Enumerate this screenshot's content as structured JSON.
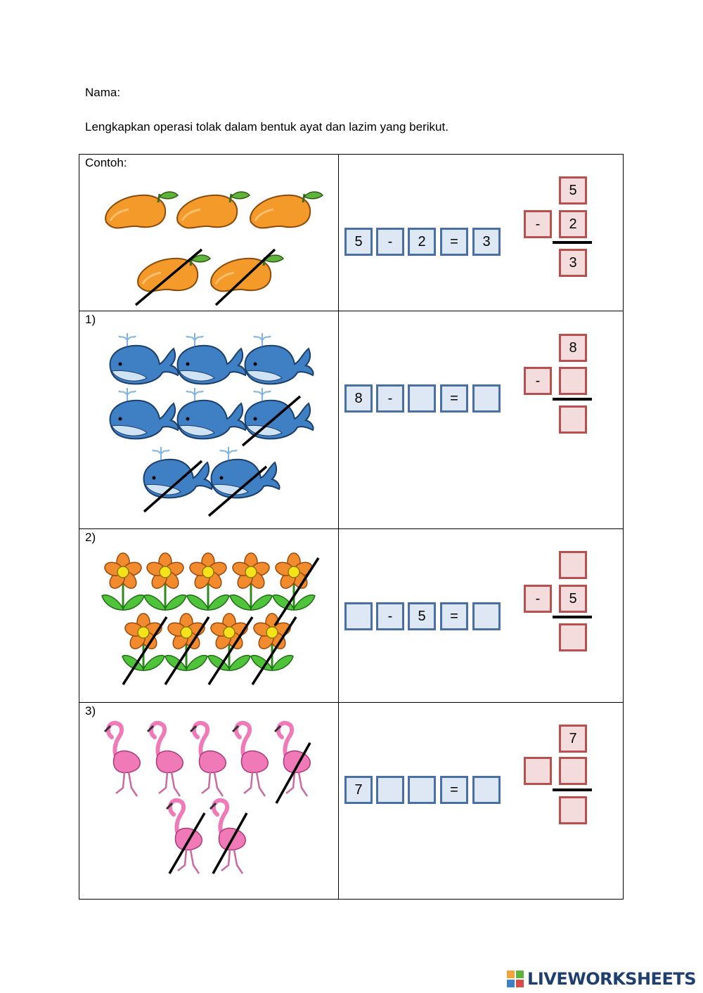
{
  "header": {
    "name_label": "Nama:",
    "instruction": "Lengkapkan operasi tolak dalam bentuk ayat dan lazim yang berikut."
  },
  "rows": [
    {
      "label": "Contoh:",
      "picture": "mango",
      "total": 5,
      "crossed": 2,
      "horizontal": [
        "5",
        "-",
        "2",
        "=",
        "3"
      ],
      "vertical": {
        "top": "5",
        "sign": "-",
        "middle": "2",
        "result": "3"
      }
    },
    {
      "label": "1)",
      "picture": "whale",
      "total": 8,
      "crossed": 3,
      "horizontal": [
        "8",
        "-",
        "",
        "=",
        ""
      ],
      "vertical": {
        "top": "8",
        "sign": "-",
        "middle": "",
        "result": ""
      }
    },
    {
      "label": "2)",
      "picture": "flower",
      "total": 9,
      "crossed": 5,
      "horizontal": [
        "",
        "-",
        "5",
        "=",
        ""
      ],
      "vertical": {
        "top": "",
        "sign": "-",
        "middle": "5",
        "result": ""
      }
    },
    {
      "label": "3)",
      "picture": "flamingo",
      "total": 7,
      "crossed": 3,
      "horizontal": [
        "7",
        "",
        "",
        "=",
        ""
      ],
      "vertical": {
        "top": "7",
        "sign": "",
        "middle": "",
        "result": ""
      }
    }
  ],
  "footer": {
    "brand": "LIVEWORKSHEETS"
  },
  "colors": {
    "horizontal_box_border": "#4a6fa5",
    "horizontal_box_fill": "#dde8f4",
    "vertical_box_border": "#b85050",
    "vertical_box_fill": "#f4dcdc",
    "mango": "#f39a2b",
    "whale": "#3f7fc4",
    "flower_petal": "#f28a2e",
    "flamingo": "#f07ab8",
    "brand": "#1f3f70"
  }
}
